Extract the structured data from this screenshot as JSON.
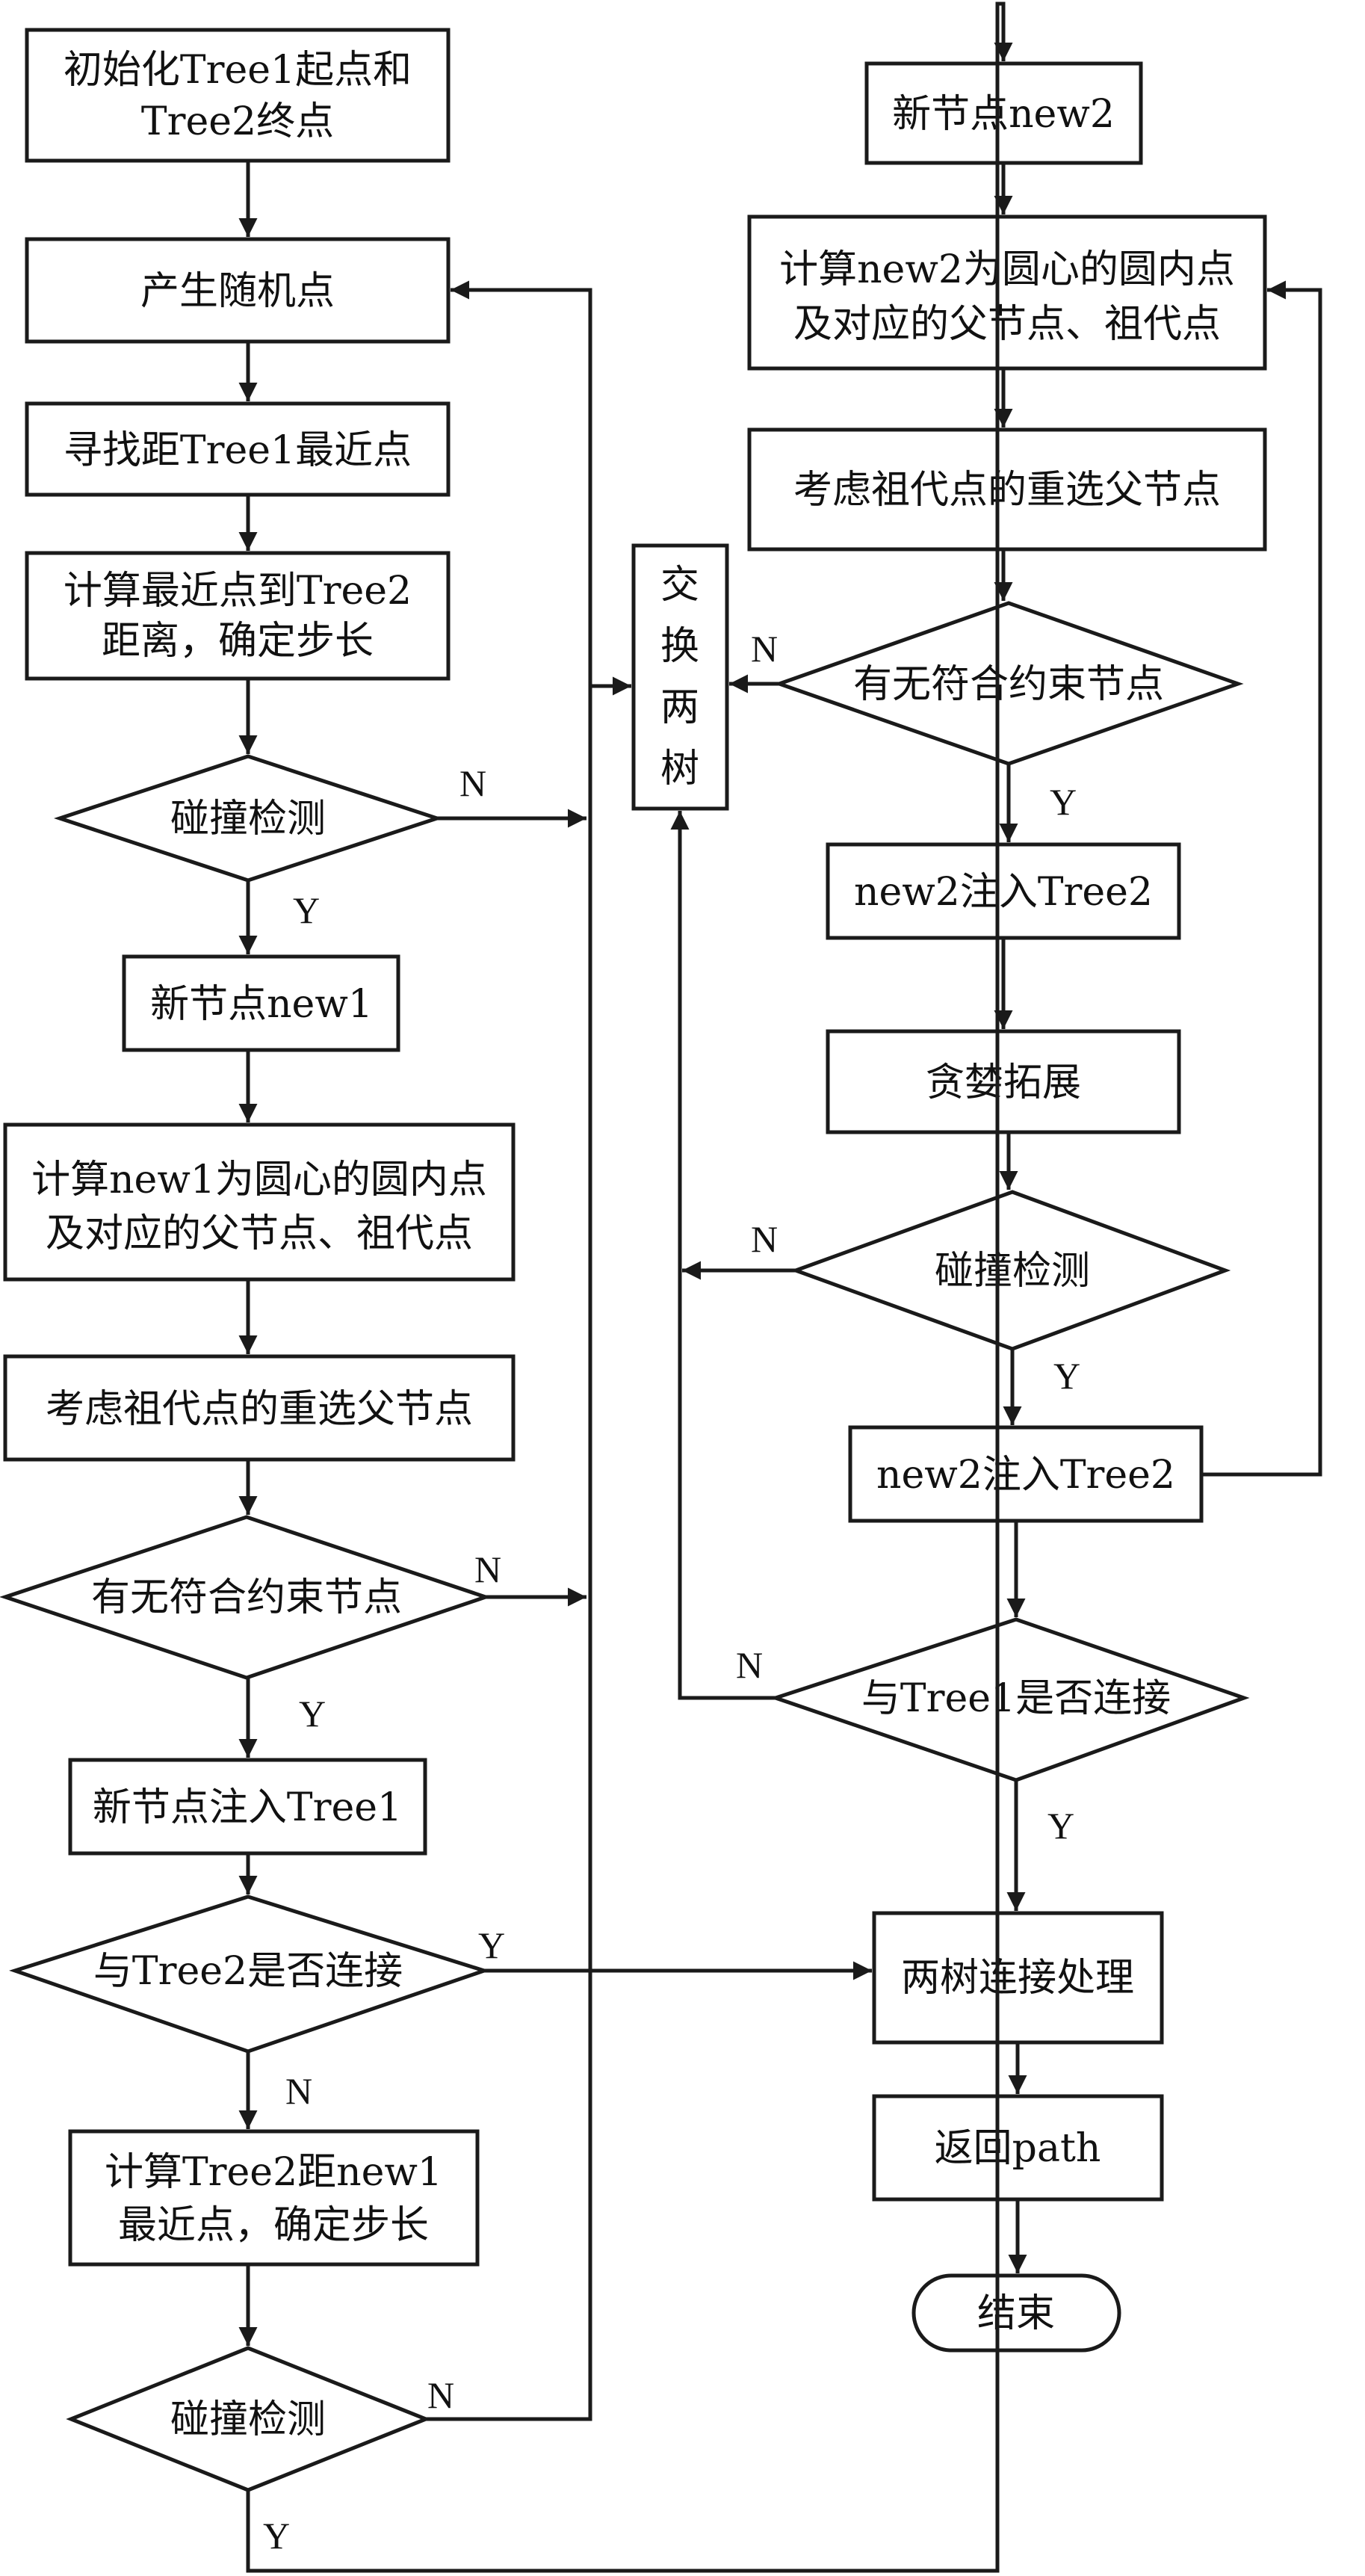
{
  "nodes": {
    "init": {
      "line1": "初始化Tree1起点和",
      "line2": "Tree2终点"
    },
    "random_point": "产生随机点",
    "nearest_tree1": "寻找距Tree1最近点",
    "step1": {
      "line1": "计算最近点到Tree2",
      "line2": "距离，确定步长"
    },
    "collision1": "碰撞检测",
    "new_node1": "新节点new1",
    "circle1": {
      "line1": "计算new1为圆心的圆内点",
      "line2": "及对应的父节点、祖代点"
    },
    "reparent1": "考虑祖代点的重选父节点",
    "constraint1": "有无符合约束节点",
    "insert_tree1": "新节点注入Tree1",
    "connect_tree2": "与Tree2是否连接",
    "step2": {
      "line1": "计算Tree2距new1",
      "line2": "最近点，确定步长"
    },
    "collision2": "碰撞检测",
    "swap_trees": [
      "交",
      "换",
      "两",
      "树"
    ],
    "new_node2": "新节点new2",
    "circle2": {
      "line1": "计算new2为圆心的圆内点",
      "line2": "及对应的父节点、祖代点"
    },
    "reparent2": "考虑祖代点的重选父节点",
    "constraint2": "有无符合约束节点",
    "insert_tree2_a": "new2注入Tree2",
    "greedy_extend": "贪婪拓展",
    "collision3": "碰撞检测",
    "insert_tree2_b": "new2注入Tree2",
    "connect_tree1": "与Tree1是否连接",
    "connect_process": "两树连接处理",
    "return_path": "返回path",
    "end": "结束"
  },
  "edge_labels": {
    "yes": "Y",
    "no": "N"
  }
}
